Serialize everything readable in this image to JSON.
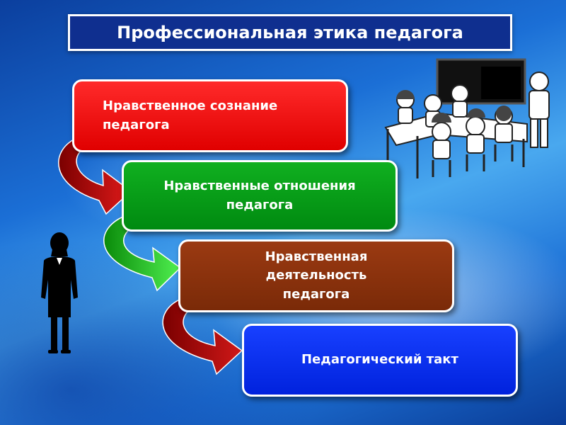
{
  "title": "Профессиональная этика педагога",
  "steps": [
    {
      "lines": [
        "Нравственное сознание",
        "педагога"
      ],
      "color": "#e00000"
    },
    {
      "lines": [
        "Нравственные отношения",
        "педагога"
      ],
      "color": "#00a010"
    },
    {
      "lines": [
        "Нравственная",
        "деятельность",
        "педагога"
      ],
      "color": "#8a3010"
    },
    {
      "lines": [
        "Педагогический такт"
      ],
      "color": "#0a2ef0"
    }
  ],
  "arrow_colors": [
    "#c01010",
    "#30d030",
    "#b01818"
  ],
  "illustrations": [
    "teacher-silhouette-icon",
    "classroom-clipart-icon"
  ]
}
